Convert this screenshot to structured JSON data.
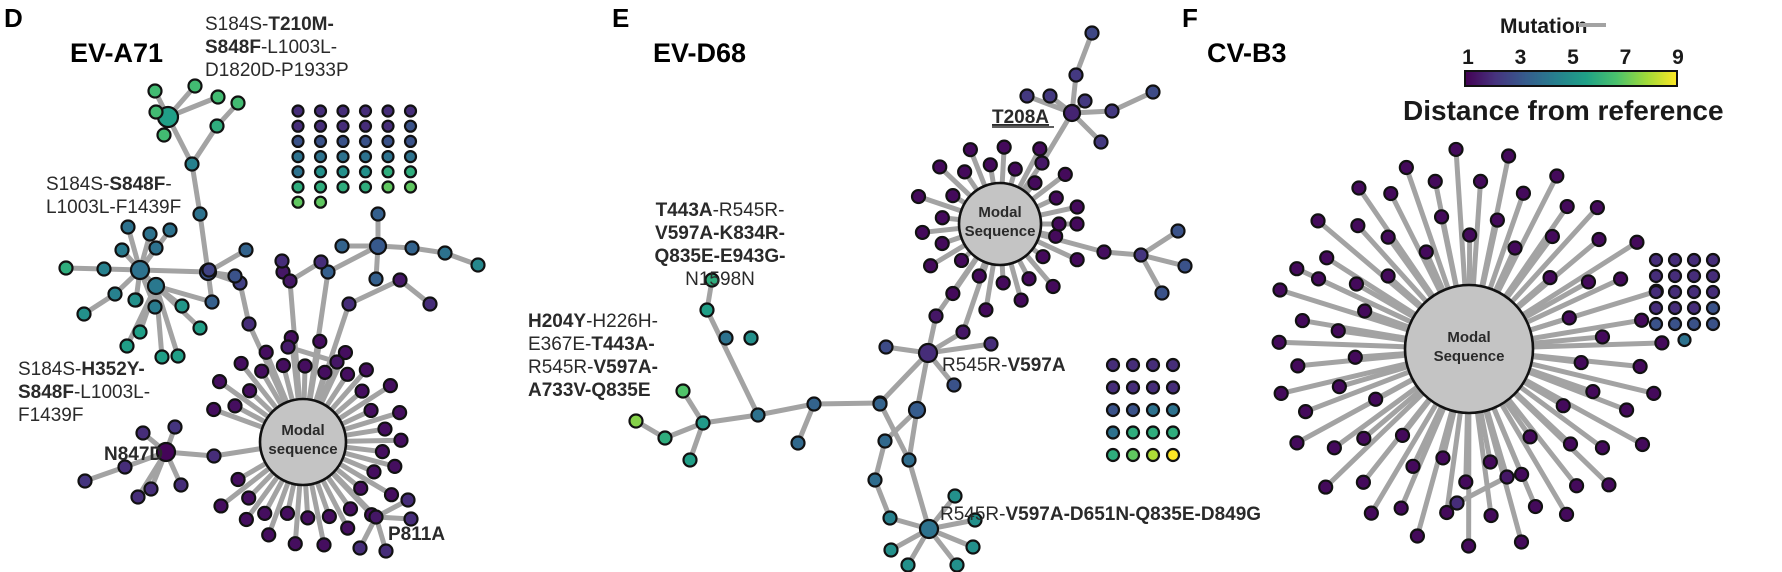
{
  "colorscale": {
    "name": "viridis",
    "min": 1,
    "max": 9,
    "stops": [
      "#440154",
      "#46337e",
      "#365c8d",
      "#277f8e",
      "#1fa187",
      "#4ac16d",
      "#a0da39",
      "#fde725"
    ]
  },
  "legend": {
    "mutation_label": "Mutation",
    "edge_color": "#a3a3a3",
    "ticks": [
      "1",
      "3",
      "5",
      "7",
      "9"
    ],
    "title": "Distance from reference"
  },
  "panels": [
    {
      "letter": "D",
      "title": "EV-A71",
      "hub_label": [
        "Modal",
        "sequence"
      ],
      "annotations": [
        {
          "id": "a71-1",
          "lines": [
            [
              {
                "t": "S184S-",
                "b": false
              },
              {
                "t": "T210M-",
                "b": true
              }
            ],
            [
              {
                "t": "S848F",
                "b": true
              },
              {
                "t": "-L1003L-",
                "b": false
              }
            ],
            [
              {
                "t": "D1820D-P1933P",
                "b": false
              }
            ]
          ]
        },
        {
          "id": "a71-2",
          "lines": [
            [
              {
                "t": "S184S-",
                "b": false
              },
              {
                "t": "S848F",
                "b": true
              },
              {
                "t": "-",
                "b": false
              }
            ],
            [
              {
                "t": "L1003L-F1439F",
                "b": false
              }
            ]
          ]
        },
        {
          "id": "a71-3",
          "lines": [
            [
              {
                "t": "S184S-",
                "b": false
              },
              {
                "t": "H352Y-",
                "b": true
              }
            ],
            [
              {
                "t": "S848F",
                "b": true
              },
              {
                "t": "-L1003L-",
                "b": false
              }
            ],
            [
              {
                "t": "F1439F",
                "b": false
              }
            ]
          ]
        },
        {
          "id": "a71-4",
          "lines": [
            [
              {
                "t": "N847D",
                "b": true
              }
            ]
          ]
        },
        {
          "id": "a71-5",
          "lines": [
            [
              {
                "t": "P811A",
                "b": true
              }
            ]
          ]
        }
      ],
      "unconnected_grid": {
        "columns": 6,
        "distances": [
          2,
          2,
          2,
          2,
          2,
          2,
          2,
          2,
          2,
          2,
          2,
          3,
          3,
          3,
          3,
          3,
          3,
          3,
          4,
          4,
          4,
          4,
          4,
          4,
          4,
          5,
          5,
          5,
          6,
          6,
          6,
          6,
          6,
          6,
          7,
          7,
          7,
          7
        ]
      }
    },
    {
      "letter": "E",
      "title": "EV-D68",
      "hub_label": [
        "Modal",
        "Sequence"
      ],
      "annotations": [
        {
          "id": "d68-1",
          "lines": [
            [
              {
                "t": "T208A",
                "b": true,
                "u": true
              }
            ]
          ]
        },
        {
          "id": "d68-2",
          "lines": [
            [
              {
                "t": "T443A",
                "b": true
              },
              {
                "t": "-R545R-",
                "b": false
              }
            ],
            [
              {
                "t": "V597A-K834R-",
                "b": true
              }
            ],
            [
              {
                "t": "Q835E-E943G-",
                "b": true
              }
            ],
            [
              {
                "t": "N1598N",
                "b": false
              }
            ]
          ]
        },
        {
          "id": "d68-3",
          "lines": [
            [
              {
                "t": "H204Y",
                "b": true
              },
              {
                "t": "-H226H-",
                "b": false
              }
            ],
            [
              {
                "t": "E367E-",
                "b": false
              },
              {
                "t": "T443A-",
                "b": true
              }
            ],
            [
              {
                "t": "R545R-",
                "b": false
              },
              {
                "t": "V597A-",
                "b": true
              }
            ],
            [
              {
                "t": "A733V-Q835E",
                "b": true
              }
            ]
          ]
        },
        {
          "id": "d68-4",
          "lines": [
            [
              {
                "t": "R545R-",
                "b": false
              },
              {
                "t": "V597A",
                "b": true
              }
            ]
          ]
        },
        {
          "id": "d68-5",
          "lines": [
            [
              {
                "t": "R545R-",
                "b": false
              },
              {
                "t": "V597A-D651N-Q835E-D849G",
                "b": true
              }
            ]
          ]
        }
      ],
      "unconnected_grid": {
        "columns": 4,
        "distances": [
          2,
          2,
          2,
          2,
          2,
          2,
          2,
          2,
          3,
          3,
          4,
          4,
          4,
          6,
          6,
          6,
          6,
          7,
          8,
          9
        ]
      }
    },
    {
      "letter": "F",
      "title": "CV-B3",
      "hub_label": [
        "Modal",
        "Sequence"
      ],
      "annotations": [],
      "unconnected_grid": {
        "columns": 4,
        "distances": [
          2,
          2,
          2,
          2,
          2,
          2,
          2,
          2,
          2,
          2,
          2,
          2,
          2,
          2,
          2,
          3,
          3,
          3,
          3,
          3,
          4
        ]
      }
    }
  ]
}
